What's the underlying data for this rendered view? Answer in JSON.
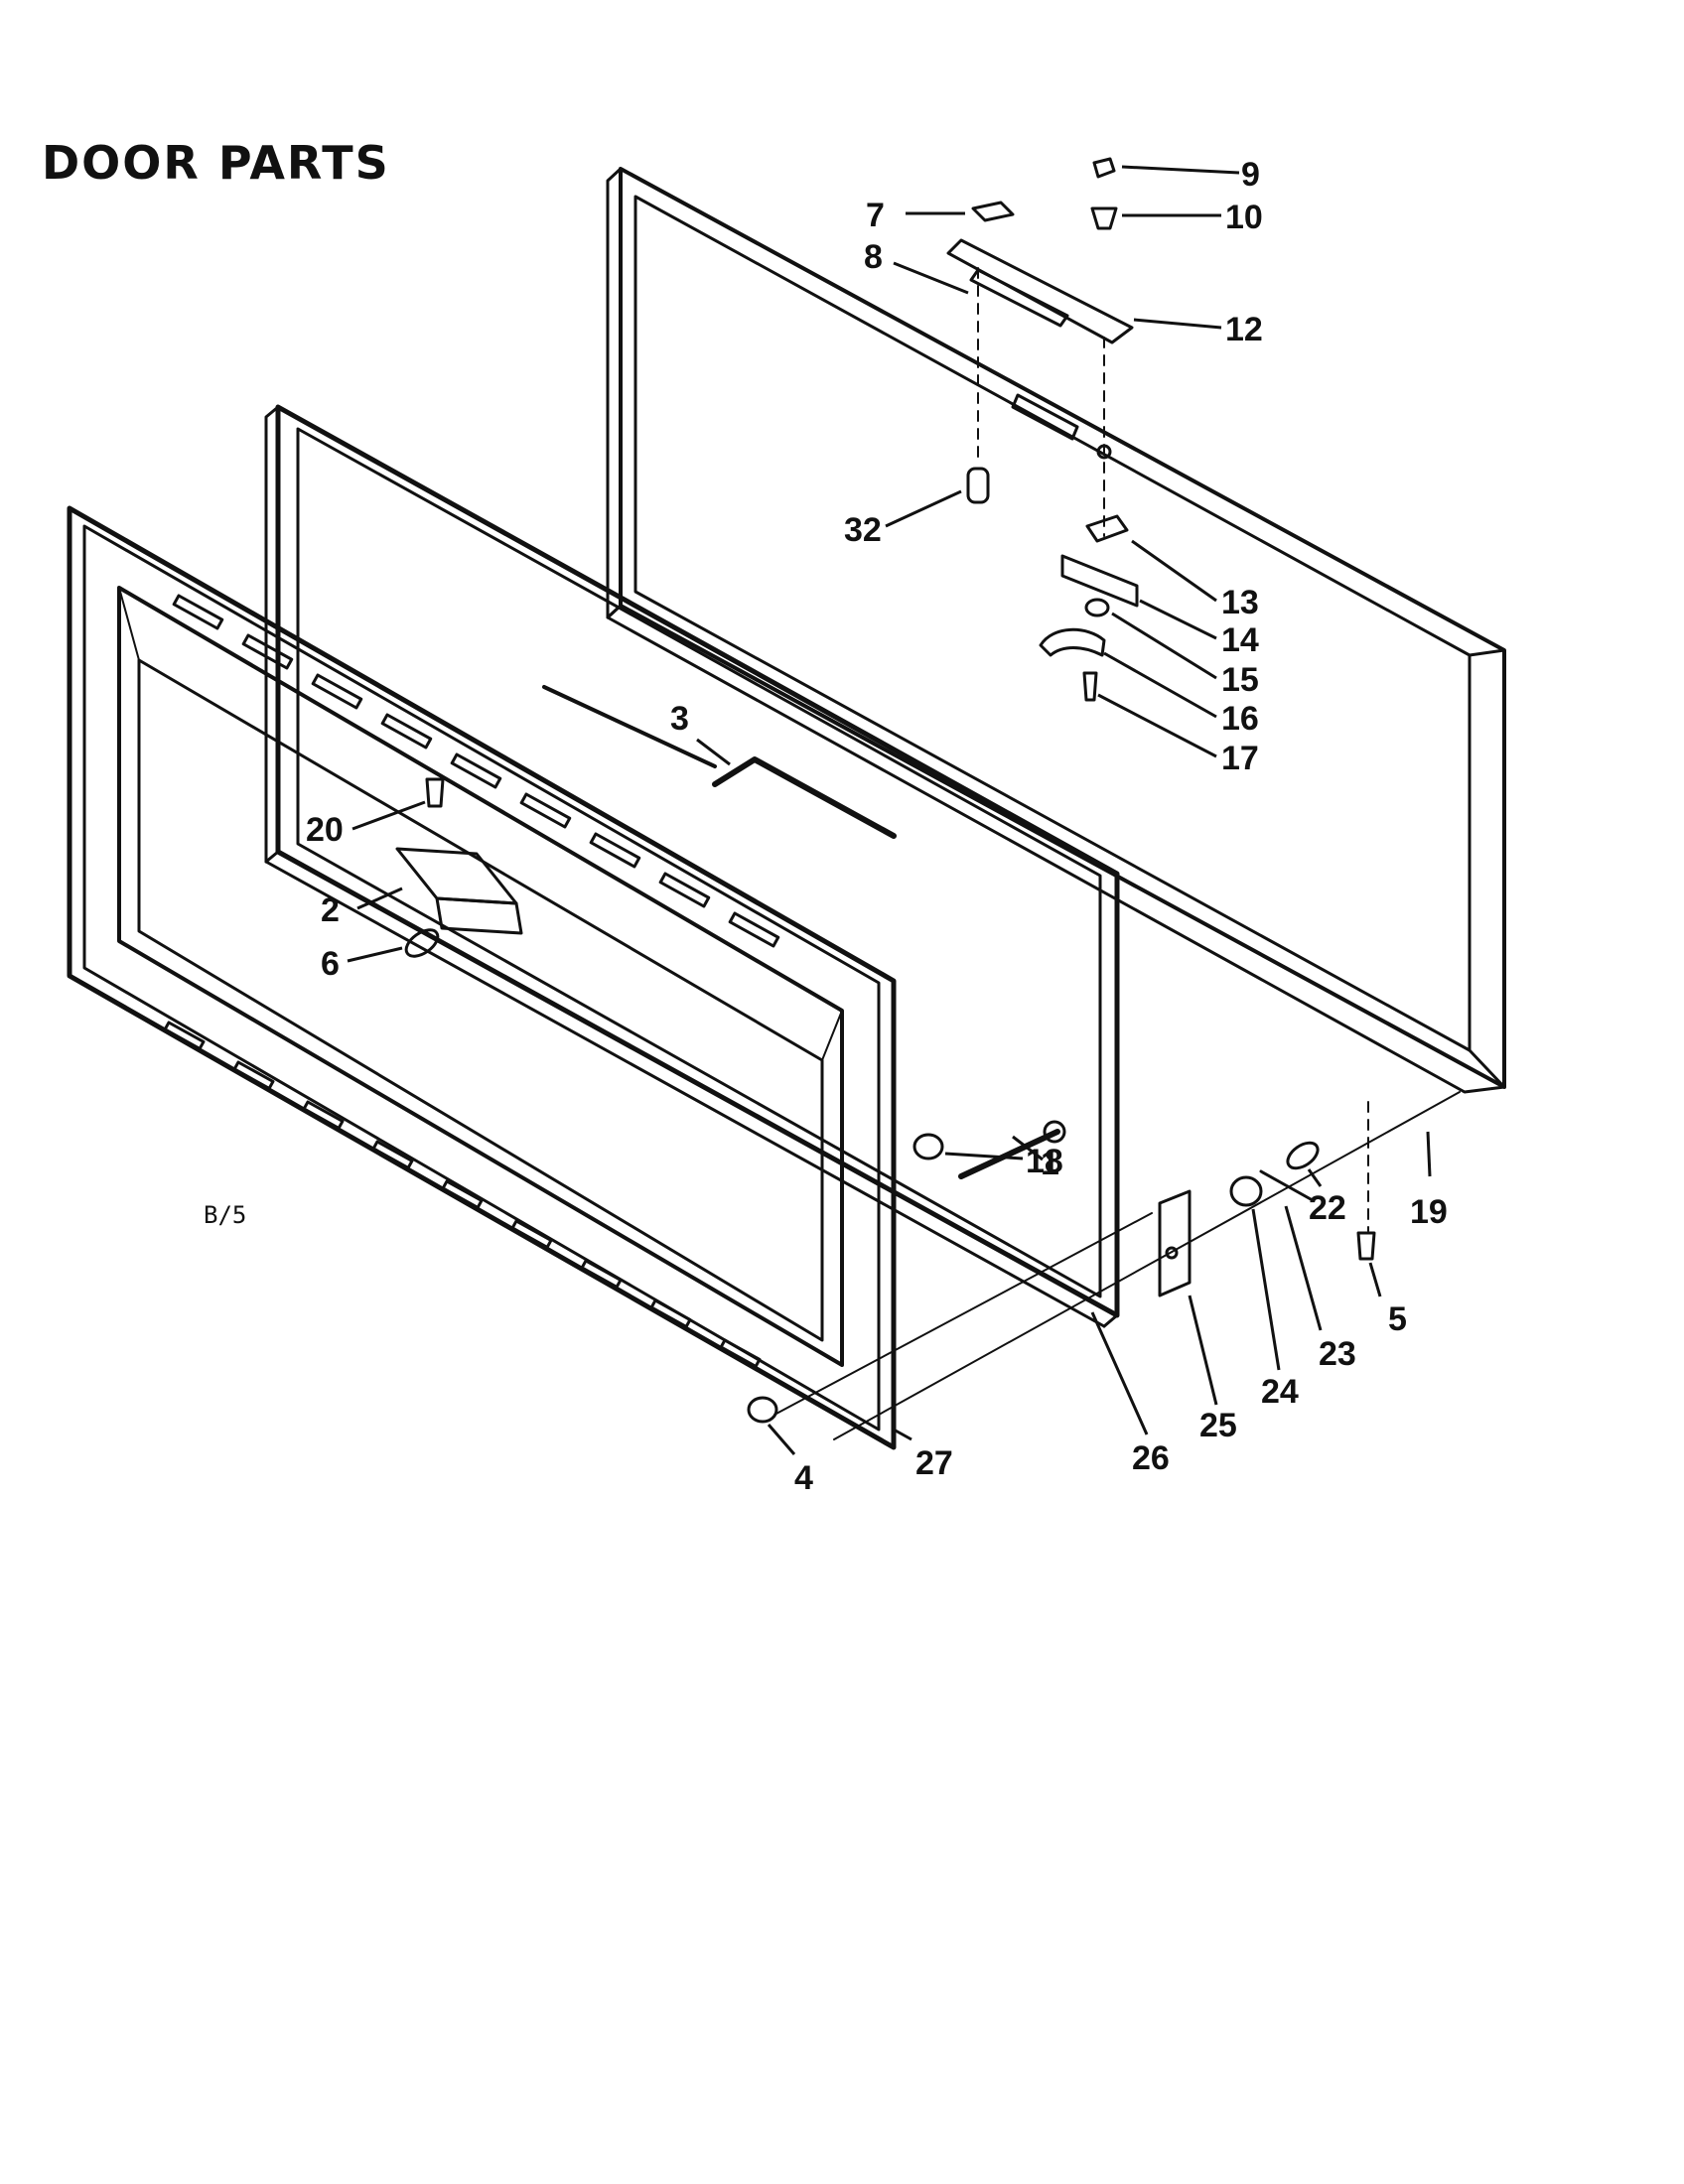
{
  "title": "DOOR PARTS",
  "ref_code": "B/5",
  "callouts": [
    "9",
    "10",
    "7",
    "8",
    "12",
    "32",
    "13",
    "14",
    "15",
    "16",
    "17",
    "3",
    "20",
    "2",
    "6",
    "1",
    "18",
    "22",
    "19",
    "5",
    "23",
    "24",
    "25",
    "26",
    "27",
    "4"
  ]
}
